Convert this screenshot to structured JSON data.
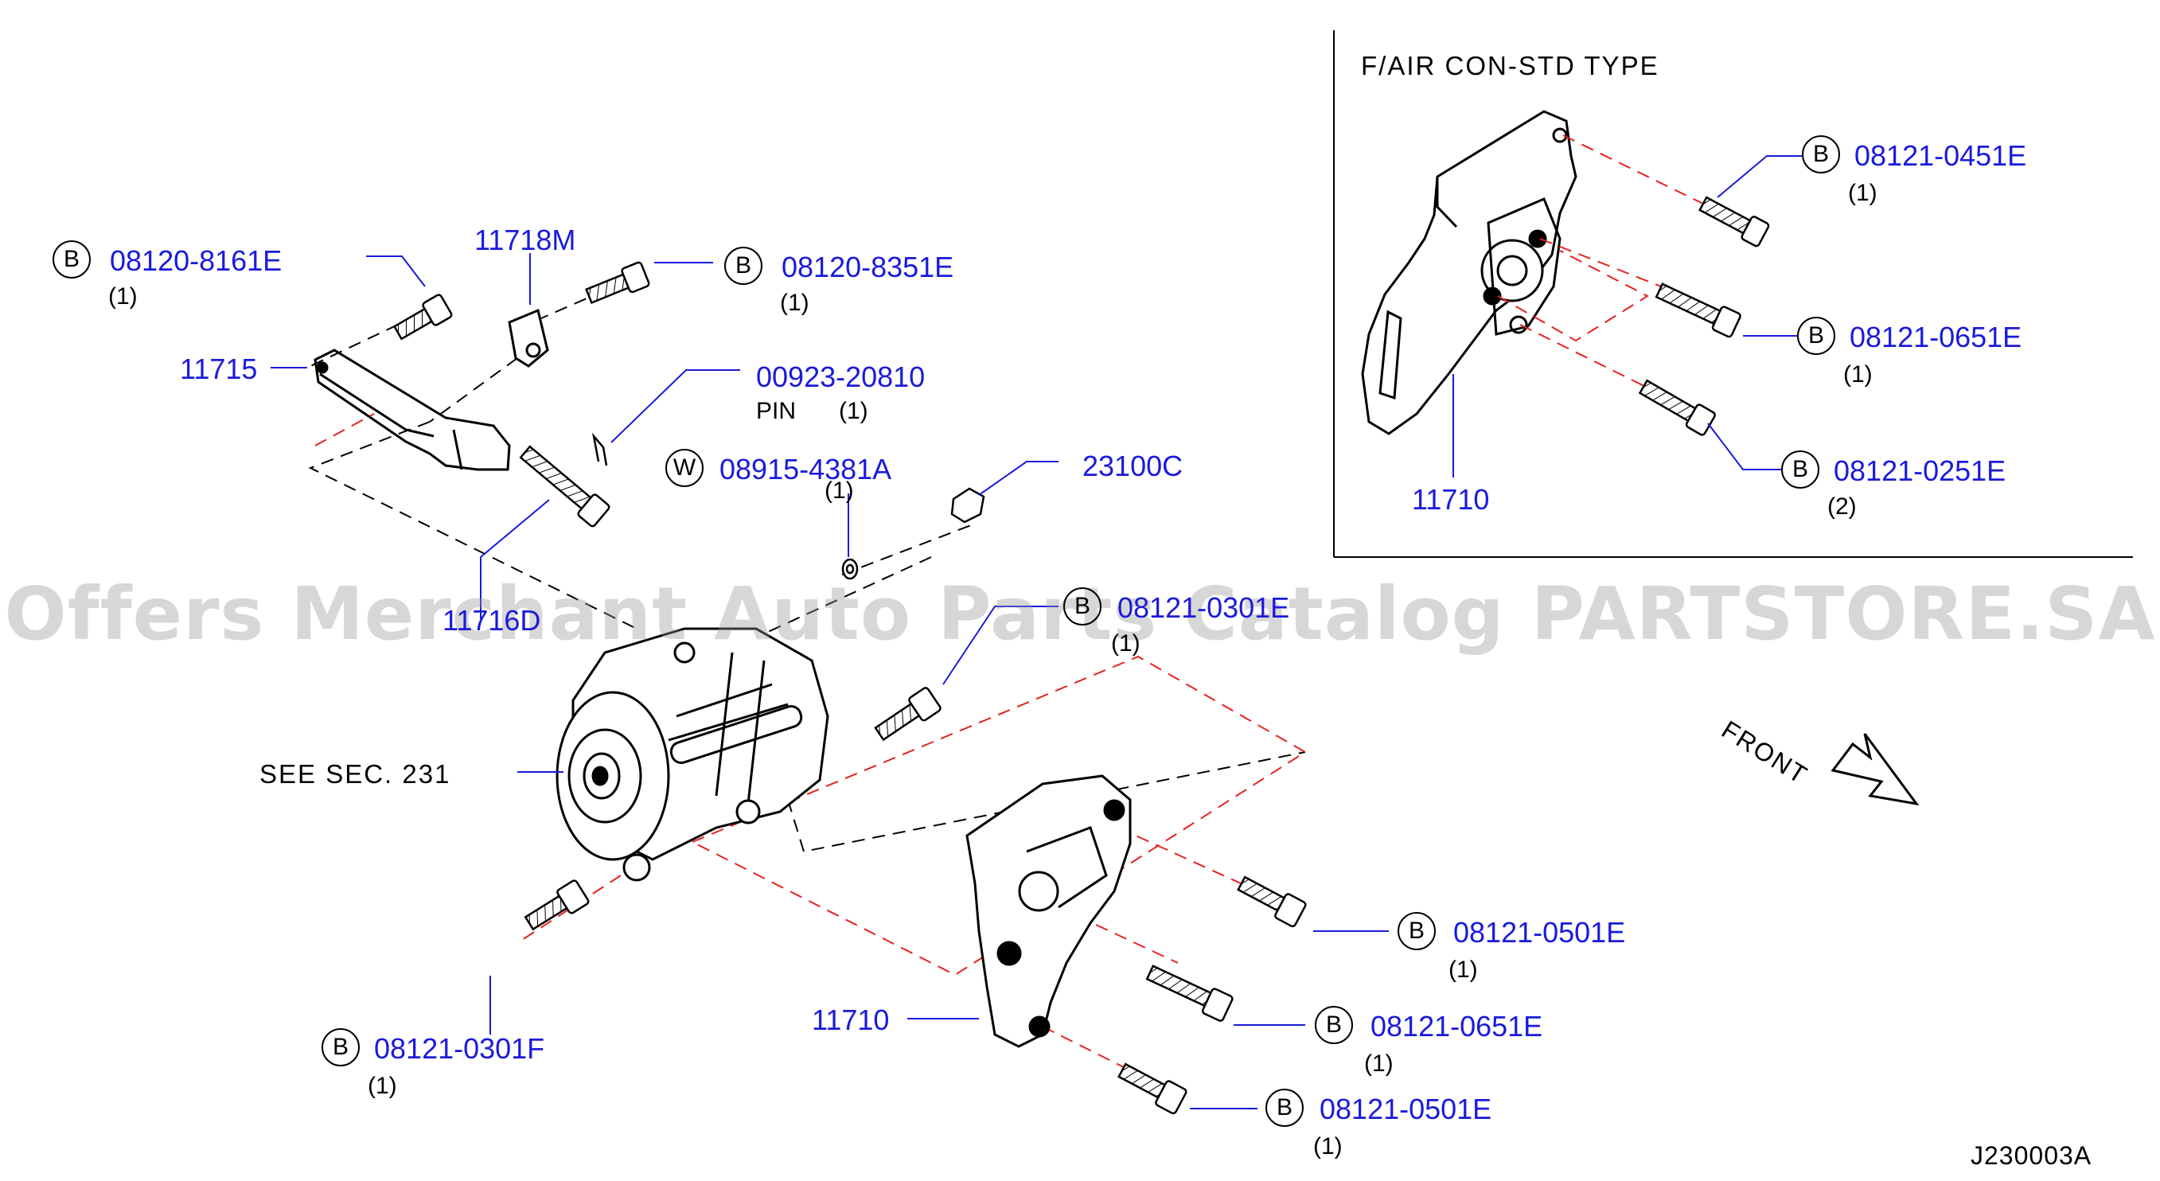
{
  "inset": {
    "title": "F/AIR  CON-STD  TYPE",
    "callouts": [
      {
        "prefix": "B",
        "part": "08121-0451E",
        "qty": "(1)"
      },
      {
        "prefix": "B",
        "part": "08121-0651E",
        "qty": "(1)"
      },
      {
        "prefix": "B",
        "part": "08121-0251E",
        "qty": "(2)"
      },
      {
        "part": "11710"
      }
    ]
  },
  "main": {
    "callouts": [
      {
        "prefix": "B",
        "part": "08120-8161E",
        "qty": "(1)"
      },
      {
        "part": "11718M"
      },
      {
        "prefix": "B",
        "part": "08120-8351E",
        "qty": "(1)"
      },
      {
        "part": "11715"
      },
      {
        "part": "00923-20810",
        "note": "PIN",
        "qty": "(1)"
      },
      {
        "prefix": "W",
        "part": "08915-4381A",
        "qty": "(1)"
      },
      {
        "part": "23100C"
      },
      {
        "part": "11716D"
      },
      {
        "prefix": "B",
        "part": "08121-0301E",
        "qty": "(1)"
      },
      {
        "prefix": "B",
        "part": "08121-0501E",
        "qty": "(1)"
      },
      {
        "prefix": "B",
        "part": "08121-0651E",
        "qty": "(1)"
      },
      {
        "prefix": "B",
        "part": "08121-0501E",
        "qty": "(1)"
      },
      {
        "part": "11710"
      },
      {
        "prefix": "B",
        "part": "08121-0301F",
        "qty": "(1)"
      }
    ],
    "see_section": "SEE  SEC.  231",
    "front_label": "FRONT",
    "diagram_id": "J230003A"
  },
  "watermark": "Offers Merchant Auto Parts Catalog PARTSTORE.SA"
}
